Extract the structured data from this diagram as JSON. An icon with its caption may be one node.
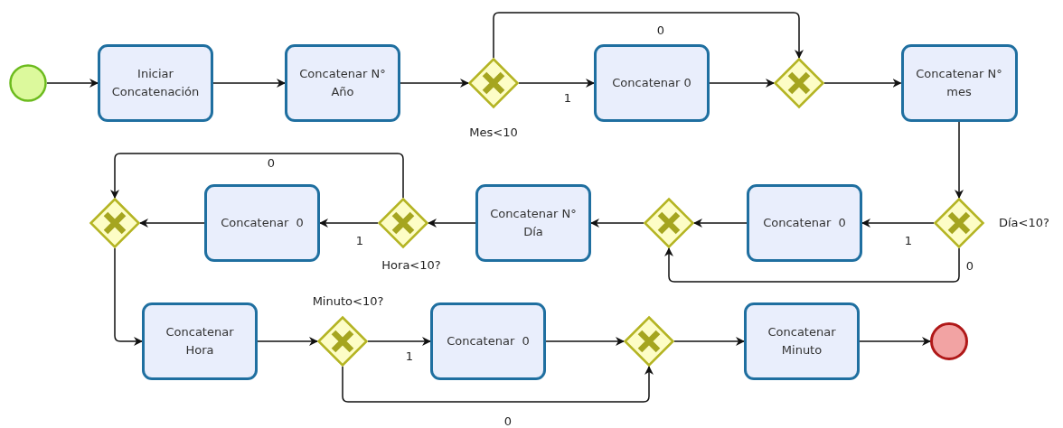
{
  "diagram": {
    "nodes": [
      {
        "text": [],
        "shape": "circle"
      },
      {
        "text": [
          "Iniciar Concatenación"
        ]
      },
      {
        "text": [
          "Concatenar N° Año"
        ]
      },
      {
        "text": [],
        "shape": "diamond",
        "beside": [
          "Mes<10"
        ]
      },
      {
        "text": [
          "Concatenar 0"
        ]
      },
      {
        "text": [],
        "shape": "diamond"
      },
      {
        "text": [
          "Concatenar N° mes"
        ]
      },
      {
        "text": [],
        "shape": "diamond",
        "beside": [
          "Día<10?"
        ]
      },
      {
        "text": [
          "Concatenar  0"
        ]
      },
      {
        "text": [],
        "shape": "diamond"
      },
      {
        "text": [
          "Concatenar N° Día"
        ]
      },
      {
        "text": [],
        "shape": "diamond",
        "beside": [
          "Hora<10?"
        ]
      },
      {
        "text": [
          "Concatenar  0"
        ]
      },
      {
        "text": [],
        "shape": "diamond"
      },
      {
        "text": [
          "Concatenar Hora"
        ]
      },
      {
        "text": [],
        "shape": "diamond",
        "beside": [
          "Minuto<10?"
        ]
      },
      {
        "text": [
          "Concatenar  0"
        ]
      },
      {
        "text": [],
        "shape": "diamond"
      },
      {
        "text": [
          "Concatenar Minuto"
        ]
      },
      {
        "text": [],
        "shape": "circle"
      }
    ],
    "edges": [
      {
        "from": 0,
        "to": 1,
        "arrow": "to"
      },
      {
        "from": 1,
        "to": 2,
        "arrow": "to"
      },
      {
        "from": 2,
        "to": 3,
        "arrow": "to"
      },
      {
        "from": 3,
        "to": 4,
        "arrow": "to",
        "label": "1"
      },
      {
        "from": 3,
        "to": 5,
        "arrow": "to",
        "label": "0"
      },
      {
        "from": 4,
        "to": 5,
        "arrow": "to"
      },
      {
        "from": 5,
        "to": 6,
        "arrow": "to"
      },
      {
        "from": 6,
        "to": 7,
        "arrow": "to"
      },
      {
        "from": 7,
        "to": 8,
        "arrow": "to",
        "label": "1"
      },
      {
        "from": 7,
        "to": 9,
        "arrow": "to",
        "label": "0"
      },
      {
        "from": 8,
        "to": 9,
        "arrow": "to"
      },
      {
        "from": 9,
        "to": 10,
        "arrow": "to"
      },
      {
        "from": 10,
        "to": 11,
        "arrow": "to"
      },
      {
        "from": 11,
        "to": 12,
        "arrow": "to",
        "label": "1"
      },
      {
        "from": 11,
        "to": 13,
        "arrow": "to",
        "label": "0"
      },
      {
        "from": 12,
        "to": 13,
        "arrow": "to"
      },
      {
        "from": 13,
        "to": 14,
        "arrow": "to"
      },
      {
        "from": 14,
        "to": 15,
        "arrow": "to"
      },
      {
        "from": 15,
        "to": 16,
        "arrow": "to",
        "label": "1"
      },
      {
        "from": 15,
        "to": 17,
        "arrow": "to",
        "label": "0"
      },
      {
        "from": 16,
        "to": 17,
        "arrow": "to"
      },
      {
        "from": 17,
        "to": 18,
        "arrow": "to"
      },
      {
        "from": 18,
        "to": 19,
        "arrow": "to"
      }
    ]
  }
}
